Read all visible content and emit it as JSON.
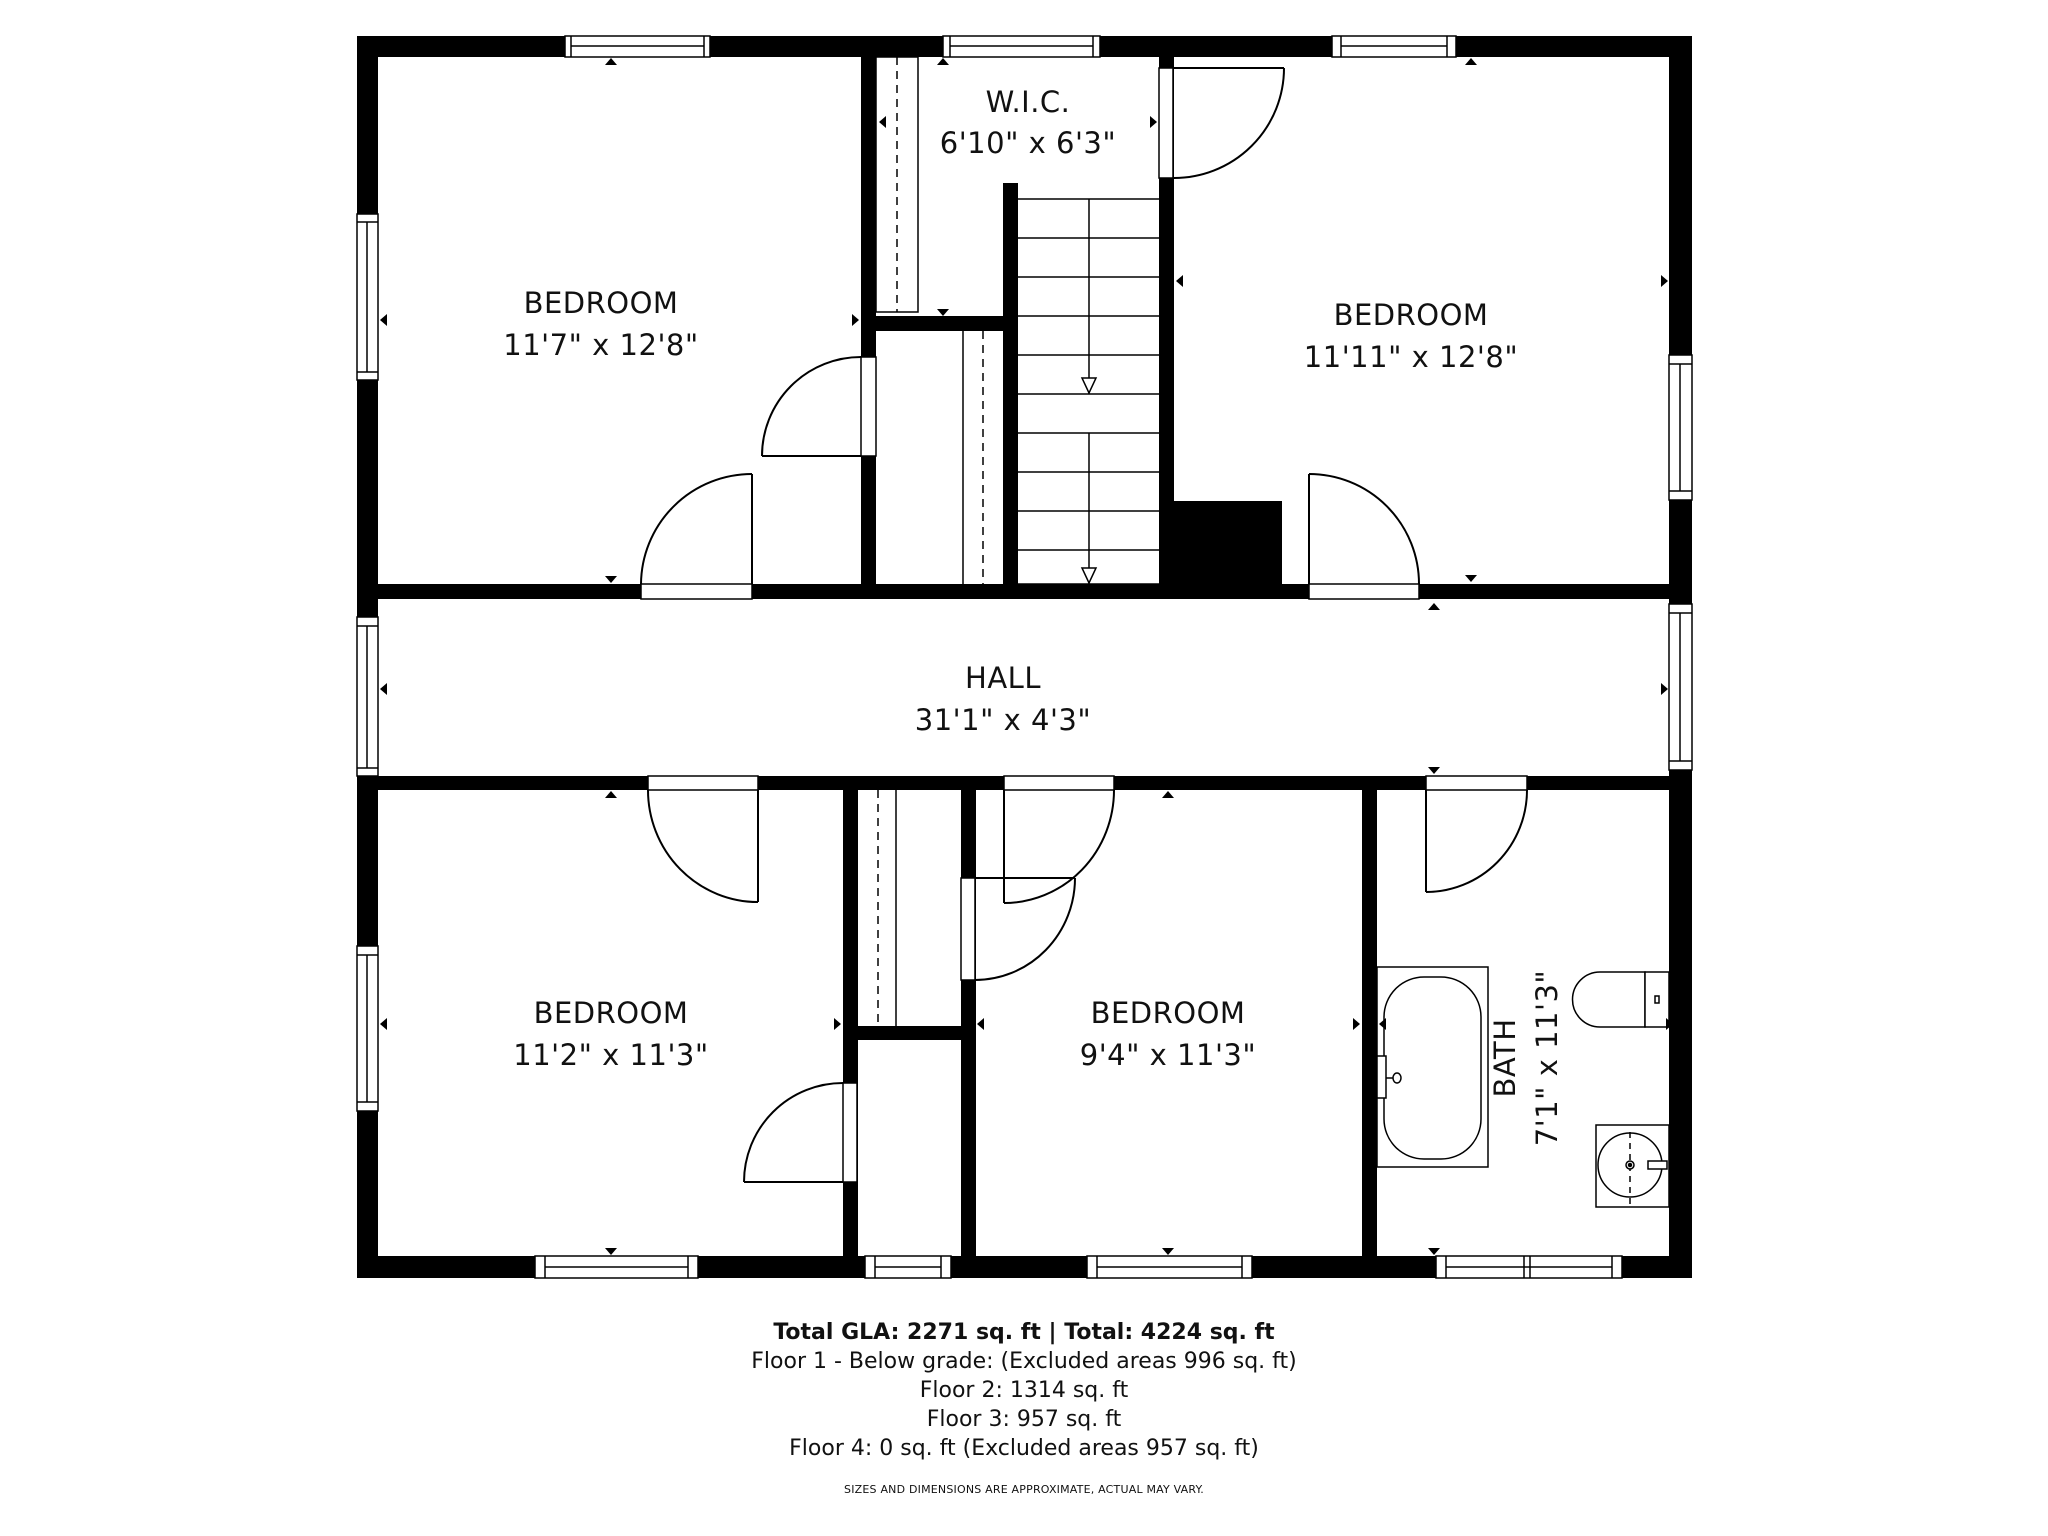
{
  "plan": {
    "rooms": [
      {
        "id": "bedroom-upper-left",
        "name": "BEDROOM",
        "dims": "11'7\" x 12'8\""
      },
      {
        "id": "wic",
        "name": "W.I.C.",
        "dims": "6'10\" x 6'3\""
      },
      {
        "id": "bedroom-upper-right",
        "name": "BEDROOM",
        "dims": "11'11\" x 12'8\""
      },
      {
        "id": "hall",
        "name": "HALL",
        "dims": "31'1\" x 4'3\""
      },
      {
        "id": "bedroom-lower-left",
        "name": "BEDROOM",
        "dims": "11'2\" x 11'3\""
      },
      {
        "id": "bedroom-lower-middle",
        "name": "BEDROOM",
        "dims": "9'4\" x 11'3\""
      },
      {
        "id": "bath",
        "name": "BATH",
        "dims": "7'1\" x 11'3\""
      }
    ],
    "wall_color": "#000000",
    "background": "#ffffff"
  },
  "footer": {
    "total": "Total GLA: 2271 sq. ft | Total: 4224 sq. ft",
    "floor1": "Floor 1 - Below grade: (Excluded areas 996 sq. ft)",
    "floor2": "Floor 2: 1314 sq. ft",
    "floor3": "Floor 3: 957 sq. ft",
    "floor4": "Floor 4: 0 sq. ft (Excluded areas 957 sq. ft)",
    "disclaimer": "SIZES AND DIMENSIONS ARE APPROXIMATE, ACTUAL MAY VARY."
  }
}
